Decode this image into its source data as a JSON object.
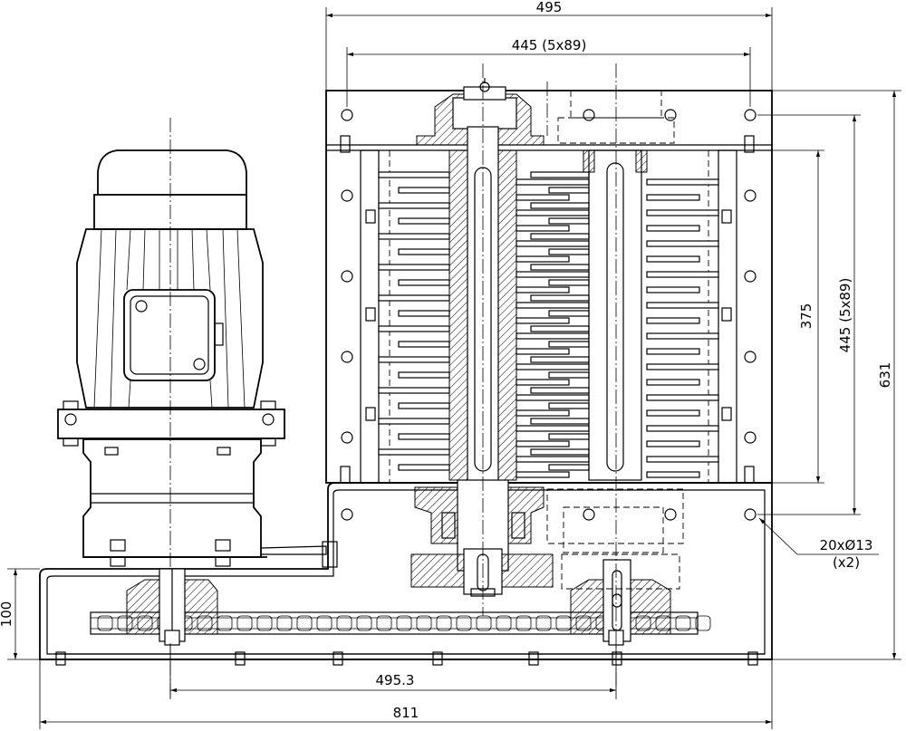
{
  "dimensions": {
    "top_width": "495",
    "top_pitch": "445 (5x89)",
    "rotor_height": "375",
    "side_pitch": "445 (5x89)",
    "total_height": "631",
    "base_height": "100",
    "shaft_distance": "495.3",
    "total_width": "811",
    "hole_spec": "20xØ13",
    "hole_qty": "(x2)"
  },
  "colors": {
    "line": "#000000",
    "background": "#ffffff"
  }
}
